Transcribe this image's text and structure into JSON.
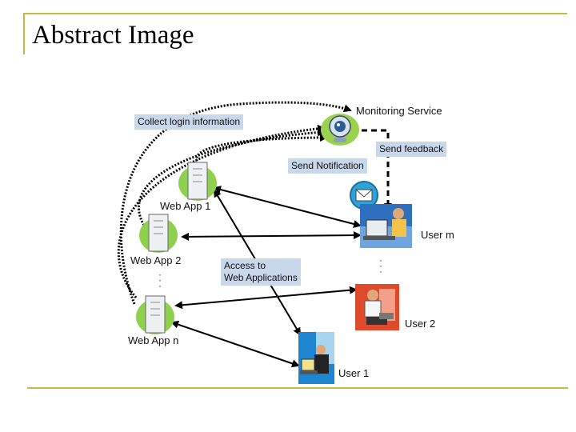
{
  "slide": {
    "title": "Abstract Image"
  },
  "diagram": {
    "monitoring_service": "Monitoring Service",
    "collect_login": "Collect login information",
    "send_feedback": "Send feedback",
    "send_notification": "Send Notification",
    "access_web_apps_line1": "Access to",
    "access_web_apps_line2": "Web Applications",
    "web_app_1": "Web App 1",
    "web_app_2": "Web App 2",
    "web_app_n": "Web App n",
    "user_m": "User m",
    "user_2": "User 2",
    "user_1": "User 1"
  },
  "colors": {
    "accent_rule": "#c8b84a",
    "label_box": "#c9d7ea",
    "server_green": "#8fd14f",
    "envelope_blue": "#2fa3d8"
  },
  "icons": [
    "server-icon",
    "webcam-icon",
    "envelope-icon",
    "user-at-computer-icon"
  ]
}
